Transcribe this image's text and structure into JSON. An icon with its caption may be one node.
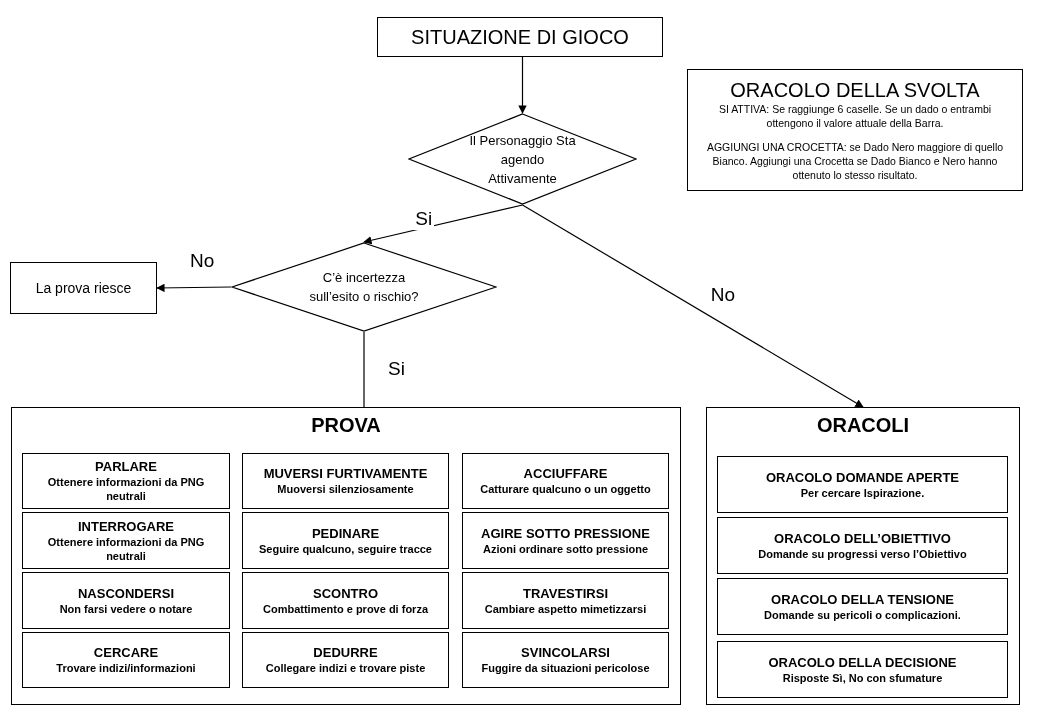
{
  "diagram": {
    "nodes": [
      {
        "text": [
          "SITUAZIONE DI GIOCO"
        ]
      },
      {
        "text": [
          "ORACOLO DELLA SVOLTA",
          "SI ATTIVA:  Se raggiunge 6 caselle. Se un dado o entrambi ottengono  il valore attuale della Barra.",
          "AGGIUNGI UNA CROCETTA:  se Dado Nero maggiore di quello Bianco. Aggiungi una Crocetta  se Dado Bianco e Nero hanno ottenuto  lo stesso risultato."
        ]
      },
      {
        "text": [
          "Il Personaggio Sta agendo Attivamente"
        ]
      },
      {
        "text": [
          "C’è incertezza sull’esito o rischio?"
        ]
      },
      {
        "text": [
          "La prova riesce"
        ]
      },
      {
        "text": [
          "PROVA"
        ]
      },
      {
        "text": [
          "PARLARE",
          "Ottenere informazioni da PNG neutrali"
        ],
        "in": 5
      },
      {
        "text": [
          "MUVERSI FURTIVAMENTE",
          "Muoversi silenziosamente"
        ],
        "in": 5
      },
      {
        "text": [
          "ACCIUFFARE",
          "Catturare qualcuno  o un oggetto"
        ],
        "in": 5
      },
      {
        "text": [
          "INTERROGARE",
          "Ottenere informazioni da PNG neutrali"
        ],
        "in": 5
      },
      {
        "text": [
          "PEDINARE",
          "Seguire qualcuno,  seguire tracce"
        ],
        "in": 5
      },
      {
        "text": [
          "AGIRE SOTTO PRESSIONE",
          "Azioni ordinare sotto pressione"
        ],
        "in": 5
      },
      {
        "text": [
          "NASCONDERSI",
          "Non farsi vedere o notare"
        ],
        "in": 5
      },
      {
        "text": [
          "SCONTRO",
          "Combattimento e prove di forza"
        ],
        "in": 5
      },
      {
        "text": [
          "TRAVESTIRSI",
          "Cambiare aspetto mimetizzarsi"
        ],
        "in": 5
      },
      {
        "text": [
          "CERCARE",
          "Trovare indizi/informazioni"
        ],
        "in": 5
      },
      {
        "text": [
          "DEDURRE",
          "Collegare indizi e trovare piste"
        ],
        "in": 5
      },
      {
        "text": [
          "SVINCOLARSI",
          "Fuggire da situazioni  pericolose"
        ],
        "in": 5
      },
      {
        "text": [
          "ORACOLI"
        ]
      },
      {
        "text": [
          "ORACOLO DOMANDE APERTE",
          "Per cercare Ispirazione."
        ],
        "in": 18
      },
      {
        "text": [
          "ORACOLO DELL’OBIETTIVO",
          "Domande su progressi verso l’Obiettivo"
        ],
        "in": 18
      },
      {
        "text": [
          "ORACOLO DELLA TENSIONE",
          "Domande su pericoli o complicazioni."
        ],
        "in": 18
      },
      {
        "text": [
          "ORACOLO DELLA DECISIONE",
          "Risposte Sì, No con sfumature"
        ],
        "in": 18
      }
    ],
    "edges": [
      {
        "from": 0,
        "to": 2,
        "arrow": "to"
      },
      {
        "from": 2,
        "to": 3,
        "label": "Si",
        "arrow": "to"
      },
      {
        "from": 2,
        "to": 18,
        "label": "No",
        "arrow": "to"
      },
      {
        "from": 3,
        "to": 4,
        "label": "No",
        "arrow": "to"
      },
      {
        "from": 3,
        "to": 5,
        "label": "Si",
        "arrow": "none"
      }
    ]
  }
}
